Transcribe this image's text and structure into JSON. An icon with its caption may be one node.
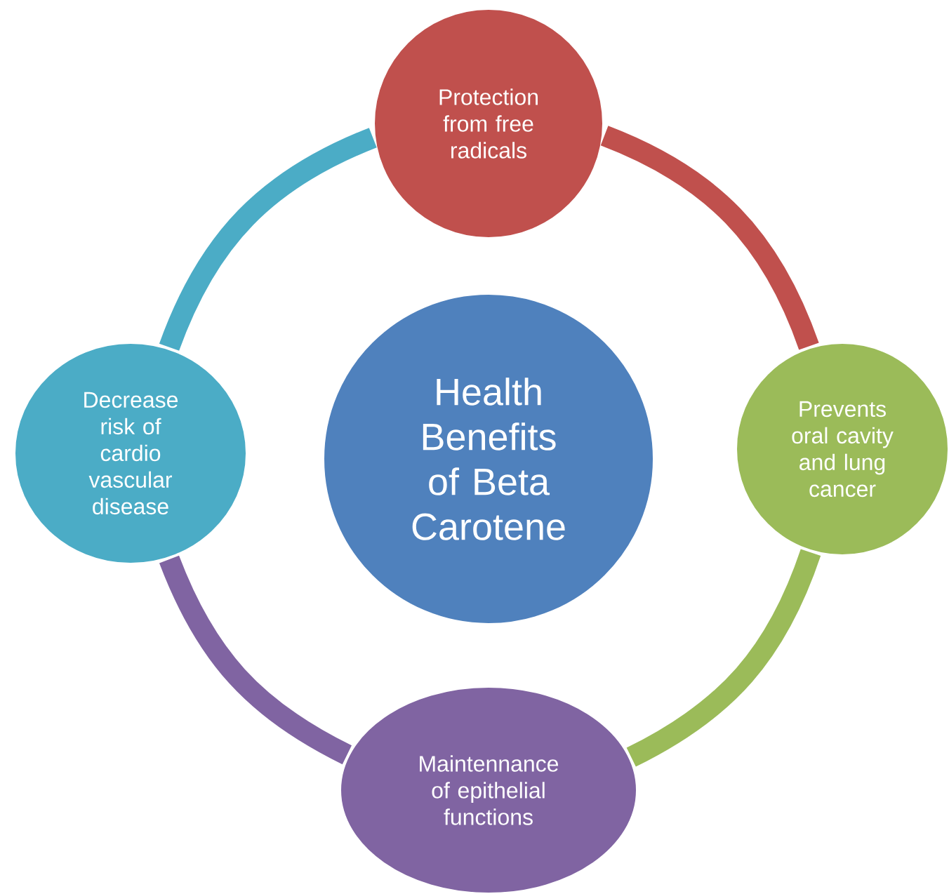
{
  "diagram": {
    "nodes": [
      {
        "text": [
          "Health Benefits of Beta Carotene"
        ]
      },
      {
        "text": [
          "Protection from free radicals"
        ]
      },
      {
        "text": [
          "Prevents oral cavity and lung cancer"
        ]
      },
      {
        "text": [
          "Maintennance of epithelial functions"
        ]
      },
      {
        "text": [
          "Decrease risk of cardio vascular disease"
        ]
      }
    ],
    "edges": [
      {
        "from": 1,
        "to": 2,
        "arrow": "none",
        "color": "#c0504d"
      },
      {
        "from": 2,
        "to": 3,
        "arrow": "none",
        "color": "#9bbb59"
      },
      {
        "from": 3,
        "to": 4,
        "arrow": "none",
        "color": "#8064a2"
      },
      {
        "from": 4,
        "to": 1,
        "arrow": "none",
        "color": "#4bacc6"
      }
    ]
  }
}
